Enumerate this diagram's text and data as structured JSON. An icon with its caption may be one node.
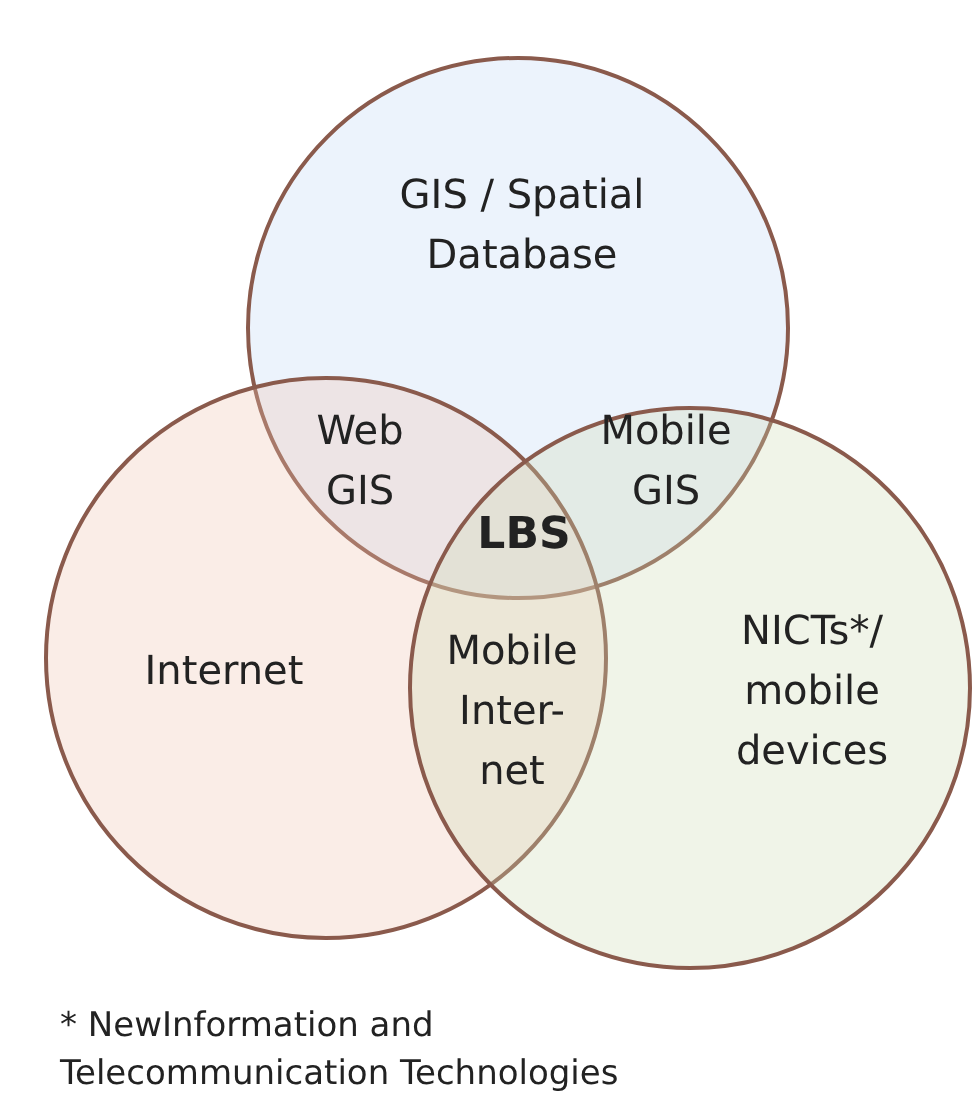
{
  "diagram": {
    "nodes": [
      {
        "text": [
          "GIS / Spatial Database"
        ]
      },
      {
        "text": [
          "Internet"
        ]
      },
      {
        "text": [
          "NICTs*/ mobile devices"
        ]
      }
    ],
    "edges": [],
    "labels": [
      "Web GIS",
      "Mobile GIS",
      "LBS",
      "Mobile Inter- net",
      "* NewInformation and Telecommunication Technologies"
    ]
  }
}
